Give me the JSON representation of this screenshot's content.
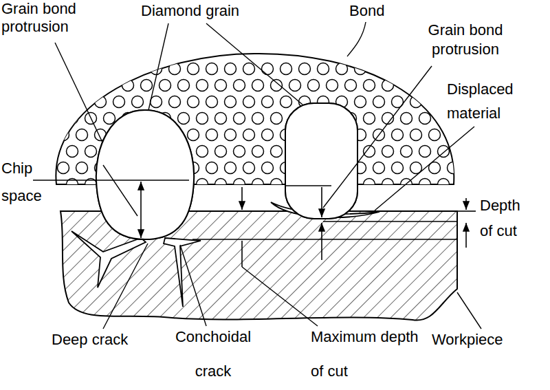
{
  "diagram": {
    "labels": [
      "Grain bond protrusion",
      "Diamond grain",
      "Bond",
      "Grain bond protrusion",
      "Displaced material",
      "Chip space",
      "Depth of cut",
      "Deep crack",
      "Conchoidal crack",
      "Maximum depth of cut",
      "Workpiece"
    ]
  }
}
